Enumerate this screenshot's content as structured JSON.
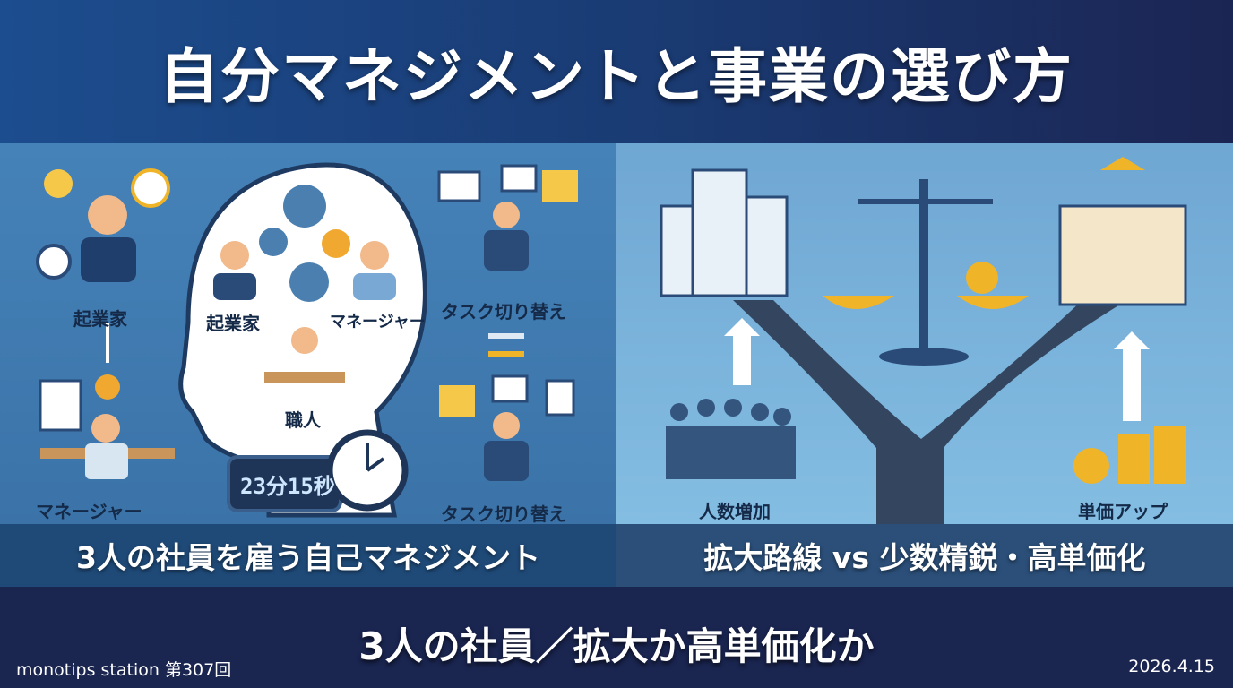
{
  "title": "自分マネジメントと事業の選び方",
  "left": {
    "labels": {
      "entrepreneur_outer": "起業家",
      "manager_outer": "マネージャー",
      "entrepreneur_inner": "起業家",
      "manager_inner": "マネージャー",
      "craftsman_inner": "職人",
      "task_switch_top": "タスク切り替え",
      "task_switch_bottom": "タスク切り替え"
    },
    "timer": "23分15秒",
    "caption": "3人の社員を雇う自己マネジメント"
  },
  "right": {
    "labels": {
      "headcount": "人数増加",
      "price_up": "単価アップ"
    },
    "caption": "拡大路線 vs 少数精鋭・高単価化"
  },
  "subtitle": "3人の社員／拡大か高単価化か",
  "footer": {
    "left": "monotips station 第307回",
    "right": "2026.4.15"
  },
  "colors": {
    "title_band": "#1c4d8e",
    "left_panel": "#4582b8",
    "right_panel": "#79b3dc",
    "bottom": "#1a2550",
    "accent_gold": "#f0b429"
  }
}
